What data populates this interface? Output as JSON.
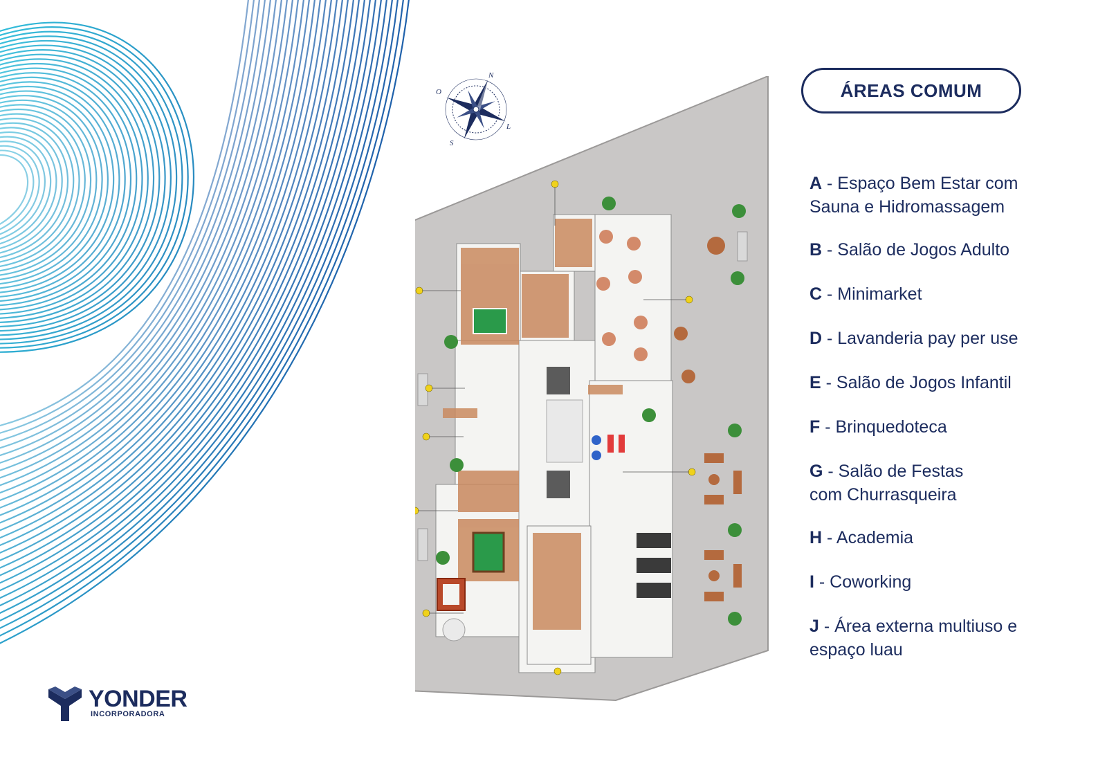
{
  "header": {
    "title": "ÁREAS COMUM"
  },
  "legend": [
    {
      "key": "A",
      "line1": "Espaço Bem Estar com",
      "line2": "Sauna e Hidromassagem"
    },
    {
      "key": "B",
      "line1": "Salão de Jogos Adulto",
      "line2": ""
    },
    {
      "key": "C",
      "line1": "Minimarket",
      "line2": ""
    },
    {
      "key": "D",
      "line1": "Lavanderia pay per use",
      "line2": ""
    },
    {
      "key": "E",
      "line1": "Salão de Jogos Infantil",
      "line2": ""
    },
    {
      "key": "F",
      "line1": "Brinquedoteca",
      "line2": ""
    },
    {
      "key": "G",
      "line1": "Salão de Festas",
      "line2": "com Churrasqueira"
    },
    {
      "key": "H",
      "line1": "Academia",
      "line2": ""
    },
    {
      "key": "I",
      "line1": "Coworking",
      "line2": ""
    },
    {
      "key": "J",
      "line1": "Área externa multiuso e",
      "line2": "espaço luau"
    }
  ],
  "compass": {
    "n": "N",
    "s": "S",
    "l": "L",
    "o": "O"
  },
  "brand": {
    "name": "YONDER",
    "tagline": "INCORPORADORA"
  },
  "colors": {
    "navy": "#1c2c5e",
    "wave_light": "#2fc1dc",
    "wave_dark": "#1b57a6",
    "ground": "#c9c7c6",
    "wood": "#c9895f",
    "green_table": "#2a9a4a"
  },
  "icons": [
    "compass-rose-icon",
    "yonder-logo-icon",
    "plant-icon"
  ]
}
